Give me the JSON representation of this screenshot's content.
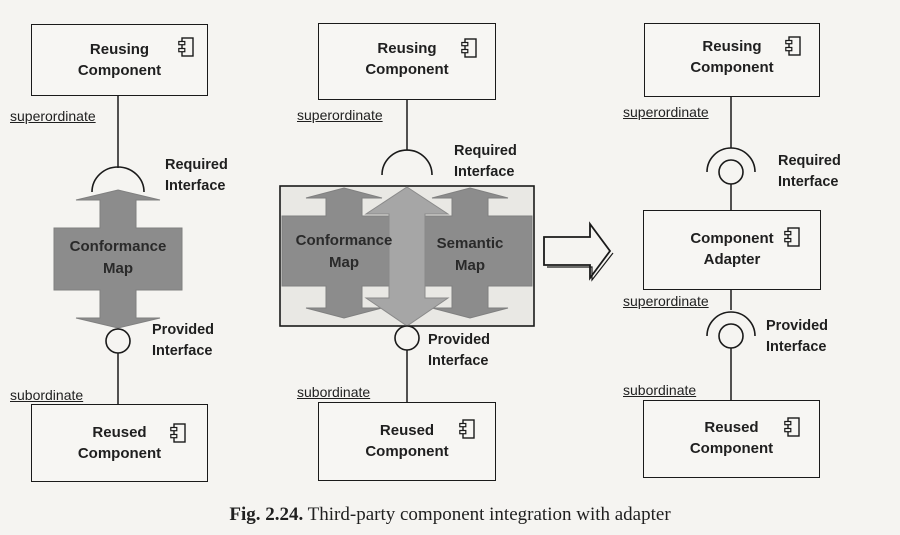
{
  "icons": {
    "component": "uml-component-icon"
  },
  "colors": {
    "line": "#1a1a1a",
    "arrow_fill": "#8c8c8c",
    "arrow_fill_light": "#a6a6a6",
    "paper": "#f5f4f1"
  },
  "left": {
    "reusing": [
      "Reusing",
      "Component"
    ],
    "reused": [
      "Reused",
      "Component"
    ],
    "superordinate": "superordinate",
    "subordinate": "subordinate",
    "required": [
      "Required",
      "Interface"
    ],
    "provided": [
      "Provided",
      "Interface"
    ],
    "map": [
      "Conformance",
      "Map"
    ]
  },
  "middle": {
    "reusing": [
      "Reusing",
      "Component"
    ],
    "reused": [
      "Reused",
      "Component"
    ],
    "superordinate": "superordinate",
    "subordinate": "subordinate",
    "required": [
      "Required",
      "Interface"
    ],
    "provided": [
      "Provided",
      "Interface"
    ],
    "conformance_map": [
      "Conformance",
      "Map"
    ],
    "semantic_map": [
      "Semantic",
      "Map"
    ]
  },
  "right": {
    "reusing": [
      "Reusing",
      "Component"
    ],
    "adapter": [
      "Component",
      "Adapter"
    ],
    "reused": [
      "Reused",
      "Component"
    ],
    "superordinate_top": "superordinate",
    "superordinate_mid": "superordinate",
    "subordinate": "subordinate",
    "required": [
      "Required",
      "Interface"
    ],
    "provided": [
      "Provided",
      "Interface"
    ]
  },
  "caption": {
    "figure": "Fig. 2.24.",
    "text": "Third-party component integration with adapter"
  }
}
